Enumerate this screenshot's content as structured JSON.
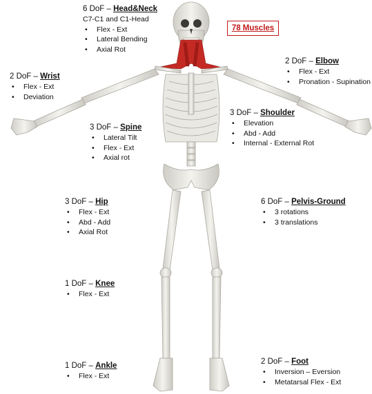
{
  "badge": {
    "text": "78 Muscles",
    "color": "#c0191a"
  },
  "colors": {
    "bone": "#ecebe6",
    "bone_shade": "#b9b7b0",
    "muscle": "#c42a24"
  },
  "groups": {
    "head_neck": {
      "dof": "6 DoF – ",
      "name": "Head&Neck",
      "subtitle": "C7-C1 and C1-Head",
      "items": [
        "Flex - Ext",
        "Lateral Bending",
        "Axial Rot"
      ]
    },
    "elbow": {
      "dof": "2 DoF – ",
      "name": "Elbow",
      "items": [
        "Flex - Ext",
        "Pronation - Supination"
      ]
    },
    "wrist": {
      "dof": "2 DoF – ",
      "name": "Wrist",
      "items": [
        "Flex - Ext",
        "Deviation"
      ]
    },
    "spine": {
      "dof": "3 DoF – ",
      "name": "Spine",
      "items": [
        "Lateral Tilt",
        "Flex - Ext",
        "Axial rot"
      ]
    },
    "shoulder": {
      "dof": "3 DoF – ",
      "name": "Shoulder",
      "items": [
        "Elevation",
        "Abd - Add",
        "Internal - External Rot"
      ]
    },
    "hip": {
      "dof": "3 DoF – ",
      "name": "Hip",
      "items": [
        "Flex - Ext",
        "Abd - Add",
        "Axial Rot"
      ]
    },
    "pelvis": {
      "dof": "6 DoF – ",
      "name": "Pelvis-Ground",
      "items": [
        "3 rotations",
        "3 translations"
      ]
    },
    "knee": {
      "dof": "1 DoF – ",
      "name": "Knee",
      "items": [
        "Flex - Ext"
      ]
    },
    "ankle": {
      "dof": "1 DoF – ",
      "name": "Ankle",
      "items": [
        "Flex - Ext"
      ]
    },
    "foot": {
      "dof": "2 DoF – ",
      "name": "Foot",
      "items": [
        "Inversion – Eversion",
        "Metatarsal Flex - Ext"
      ]
    }
  }
}
